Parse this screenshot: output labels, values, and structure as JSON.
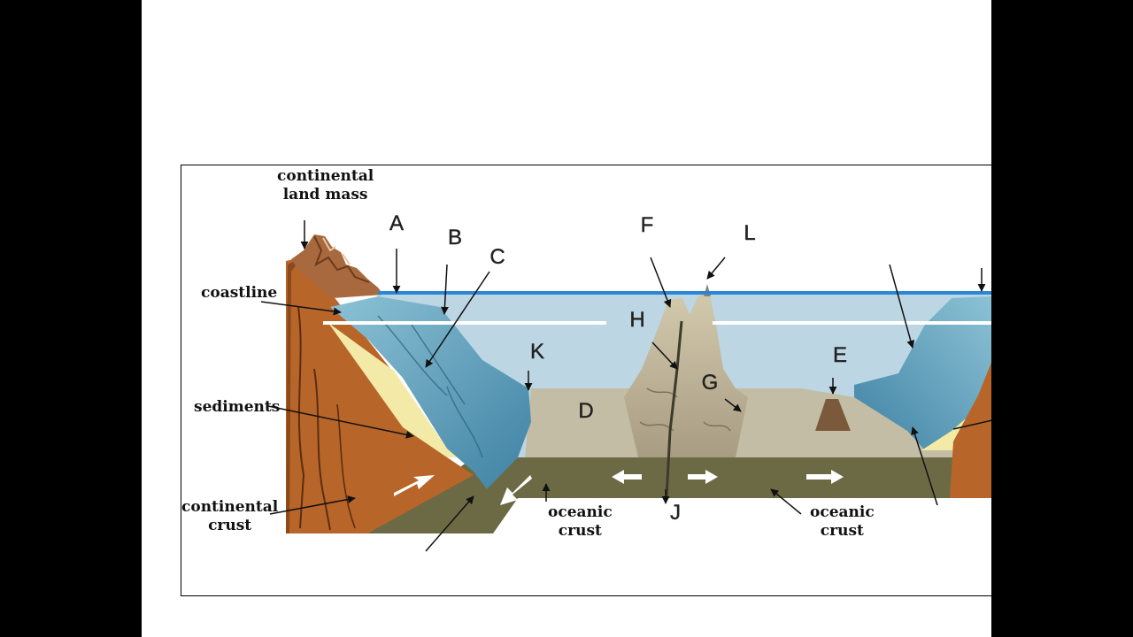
{
  "colors": {
    "background": "#000000",
    "slide": "#ffffff",
    "ocean": "#bcd6e3",
    "sea_surface": "#2b86d6",
    "continental_crust": "#b8652a",
    "oceanic_crust": "#6b6a45",
    "slope": "#5fa2bd",
    "sediments": "#f4eaa8",
    "ocean_floor": "#c3bda5"
  },
  "labels": {
    "continental_land_mass": "continental\nland mass",
    "coastline": "coastline",
    "sediments": "sediments",
    "continental_crust": "continental\ncrust",
    "oceanic_crust_left": "oceanic\ncrust",
    "oceanic_crust_right": "oceanic\ncrust"
  },
  "letters": {
    "a": "A",
    "b": "B",
    "c": "C",
    "d": "D",
    "e": "E",
    "f": "F",
    "g": "G",
    "h": "H",
    "j": "J",
    "k": "K",
    "l": "L"
  }
}
